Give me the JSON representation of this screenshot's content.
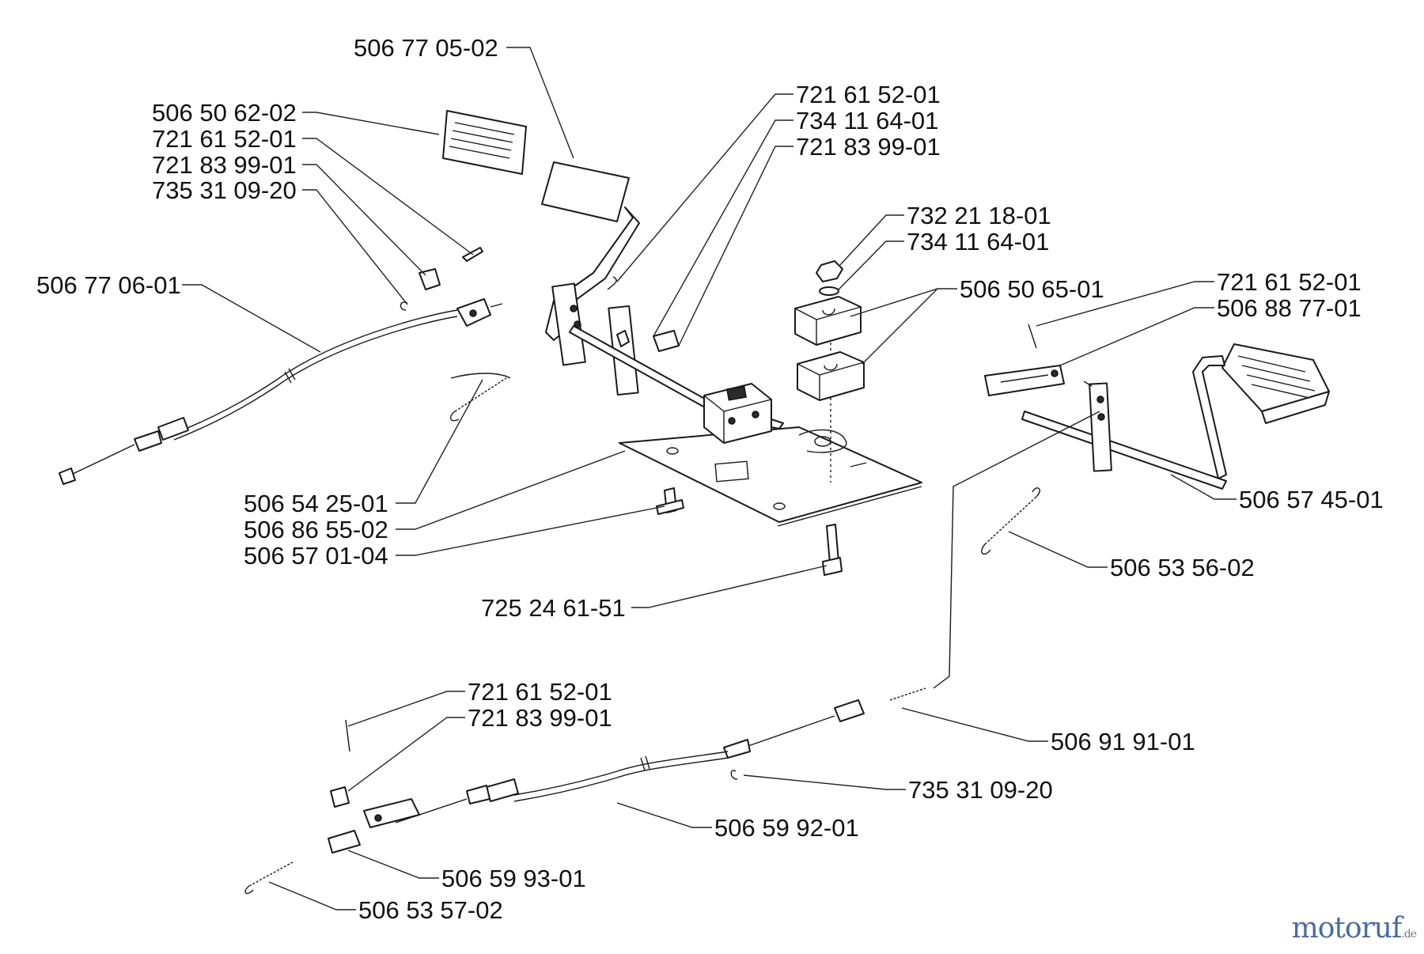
{
  "labels": {
    "p1": "506 77 05-02",
    "p2": "506 50 62-02",
    "p3": "721 61 52-01",
    "p4": "721 83 99-01",
    "p5": "735 31 09-20",
    "p6": "506 77 06-01",
    "p7": "721 61 52-01",
    "p8": "734 11 64-01",
    "p9": "721 83 99-01",
    "p10": "732 21 18-01",
    "p11": "734 11 64-01",
    "p12": "506 50 65-01",
    "p13": "721 61 52-01",
    "p14": "506 88 77-01",
    "p15": "506 57 45-01",
    "p16": "506 53 56-02",
    "p17": "506 54 25-01",
    "p18": "506 86 55-02",
    "p19": "506 57 01-04",
    "p20": "725 24 61-51",
    "p21": "721 61 52-01",
    "p22": "721 83 99-01",
    "p23": "506 91 91-01",
    "p24": "735 31 09-20",
    "p25": "506 59 92-01",
    "p26": "506 59 93-01",
    "p27": "506 53 57-02"
  },
  "watermark": {
    "main": "motoruf",
    "tld": ".de"
  },
  "colors": {
    "line": "#1a1a1a",
    "watermark_blue": "#4a6aa0",
    "watermark_orange": "#e07b24"
  }
}
